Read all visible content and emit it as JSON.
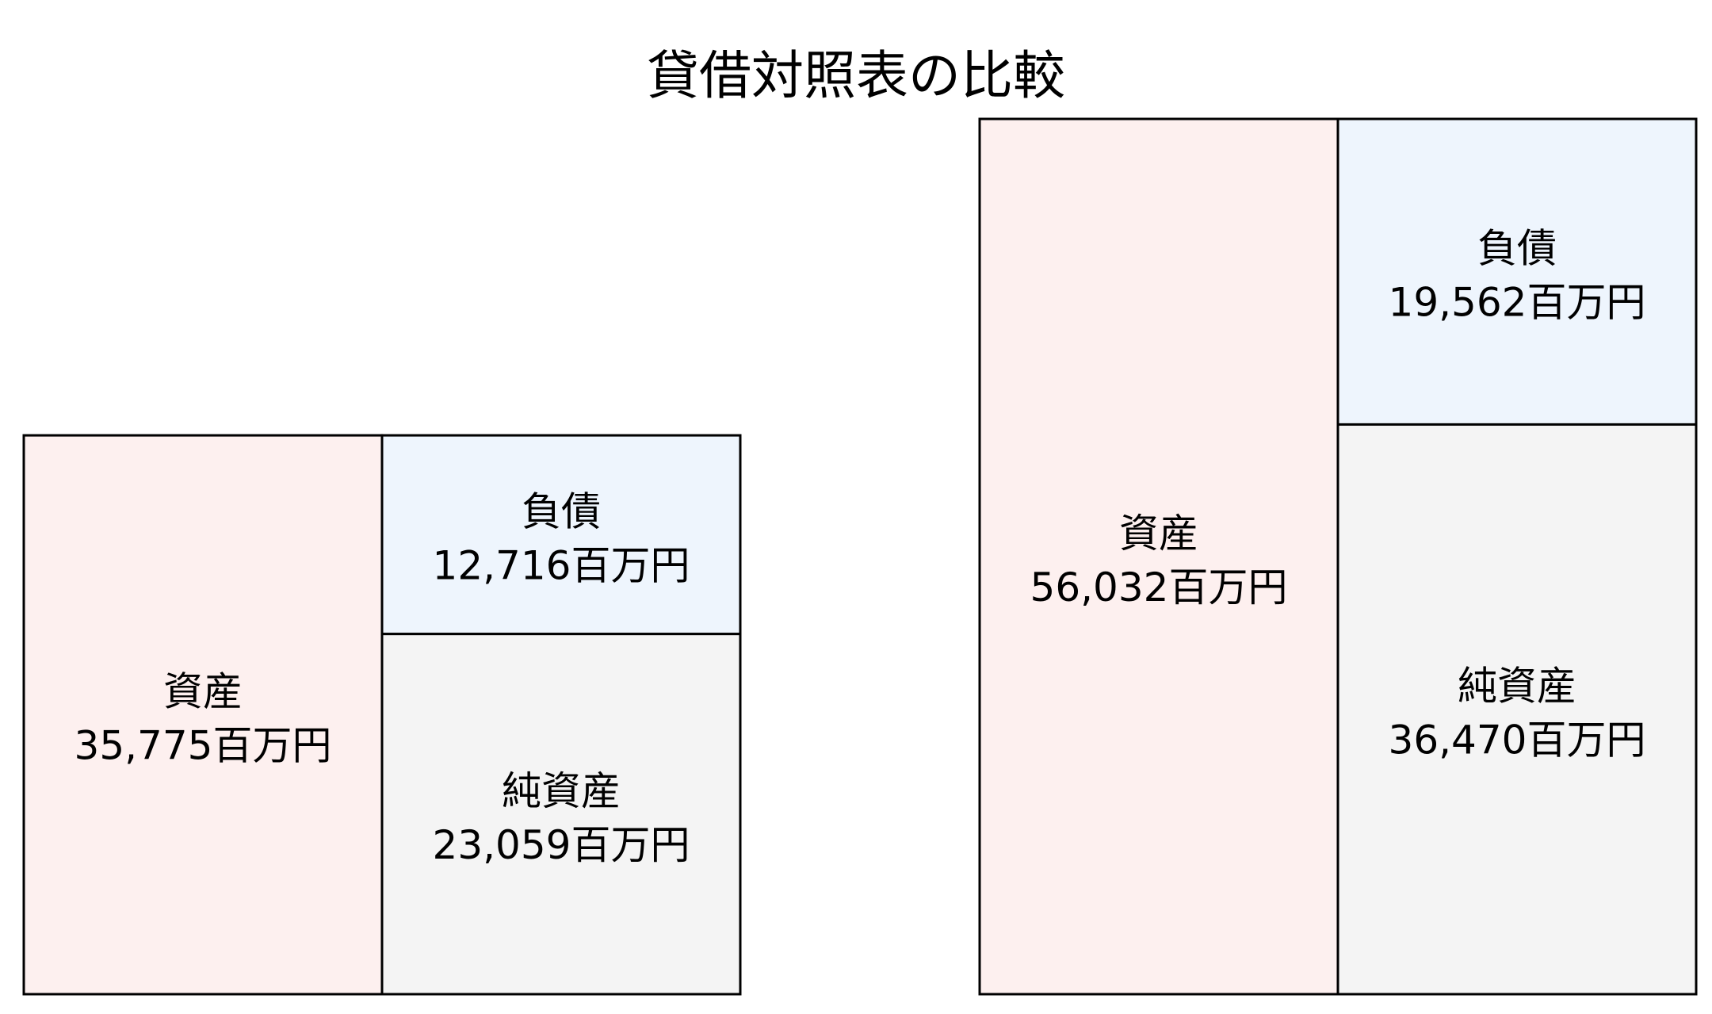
{
  "chart_data": {
    "type": "balance-sheet",
    "title": "貸借対照表の比較",
    "unit": "百万円",
    "colors": {
      "assets": "#fdf0ef",
      "liabilities": "#eef5fd",
      "net_assets": "#f4f4f4",
      "border": "#000000"
    },
    "sheets": [
      {
        "assets": {
          "label": "資産",
          "value": 35775,
          "text": "35,775百万円"
        },
        "liabilities": {
          "label": "負債",
          "value": 12716,
          "text": "12,716百万円"
        },
        "net_assets": {
          "label": "純資産",
          "value": 23059,
          "text": "23,059百万円"
        }
      },
      {
        "assets": {
          "label": "資産",
          "value": 56032,
          "text": "56,032百万円"
        },
        "liabilities": {
          "label": "負債",
          "value": 19562,
          "text": "19,562百万円"
        },
        "net_assets": {
          "label": "純資産",
          "value": 36470,
          "text": "36,470百万円"
        }
      }
    ]
  }
}
